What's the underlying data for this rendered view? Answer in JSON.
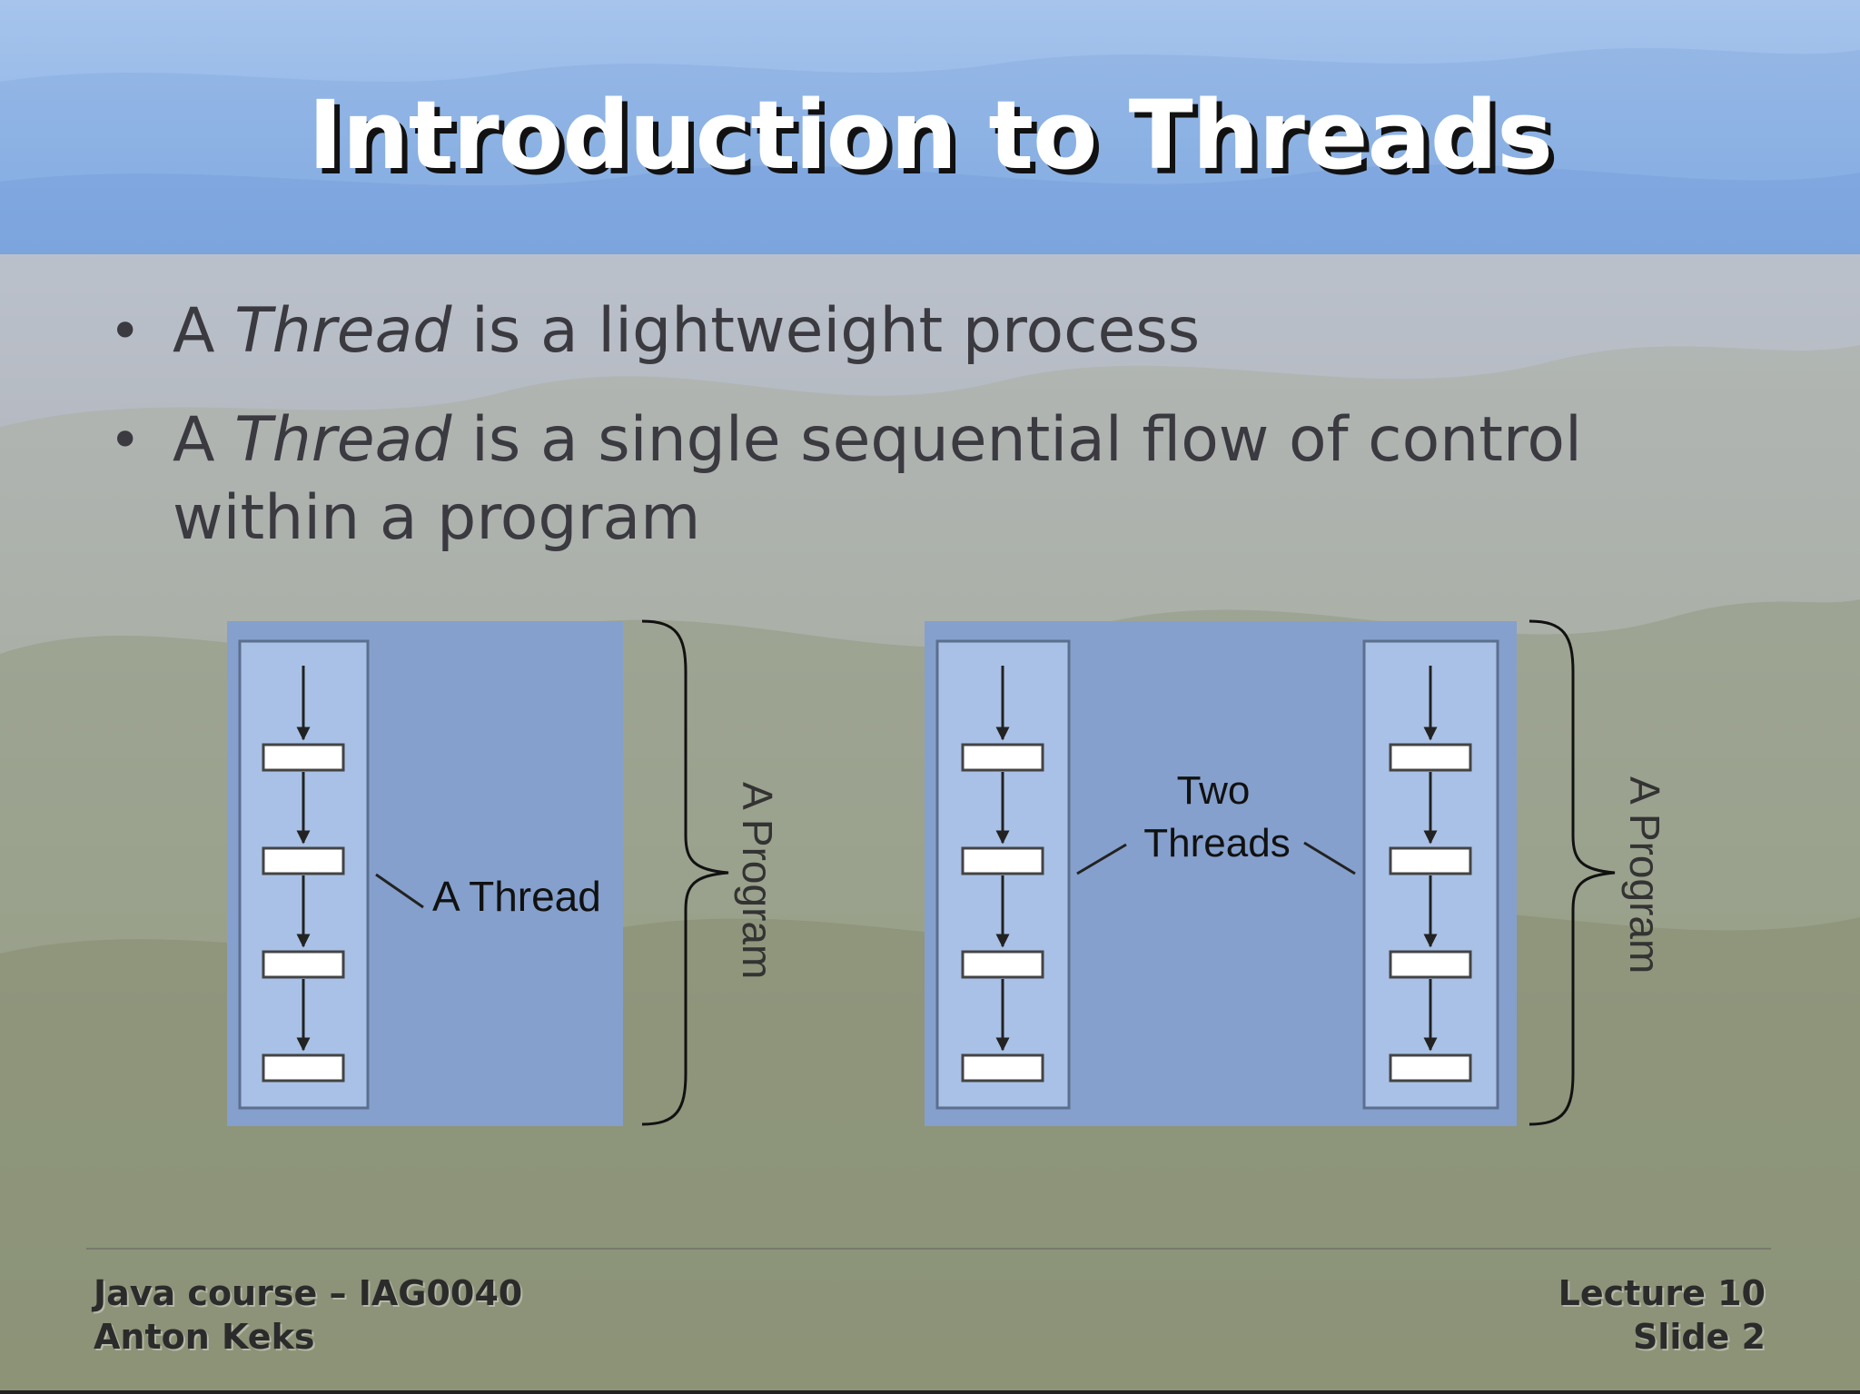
{
  "slide": {
    "title": "Introduction to Threads",
    "bullets": [
      {
        "prefix": "A ",
        "em": "Thread",
        "suffix": " is a lightweight process"
      },
      {
        "prefix": "A ",
        "em": "Thread",
        "suffix": " is a single sequential flow of control",
        "line2": "within a program"
      }
    ]
  },
  "diagram": {
    "left": {
      "callout": "A Thread",
      "brace_label": "A Program"
    },
    "right": {
      "callout_line1": "Two",
      "callout_line2": "Threads",
      "brace_label": "A Program"
    }
  },
  "footer": {
    "course": "Java course – IAG0040",
    "author": "Anton Keks",
    "lecture": "Lecture 10",
    "slide": "Slide 2"
  },
  "colors": {
    "header_band": "#8fb3e6",
    "panel": "#85a0cc",
    "thread_column": "#a9c1e6",
    "text": "#3a3a40"
  }
}
